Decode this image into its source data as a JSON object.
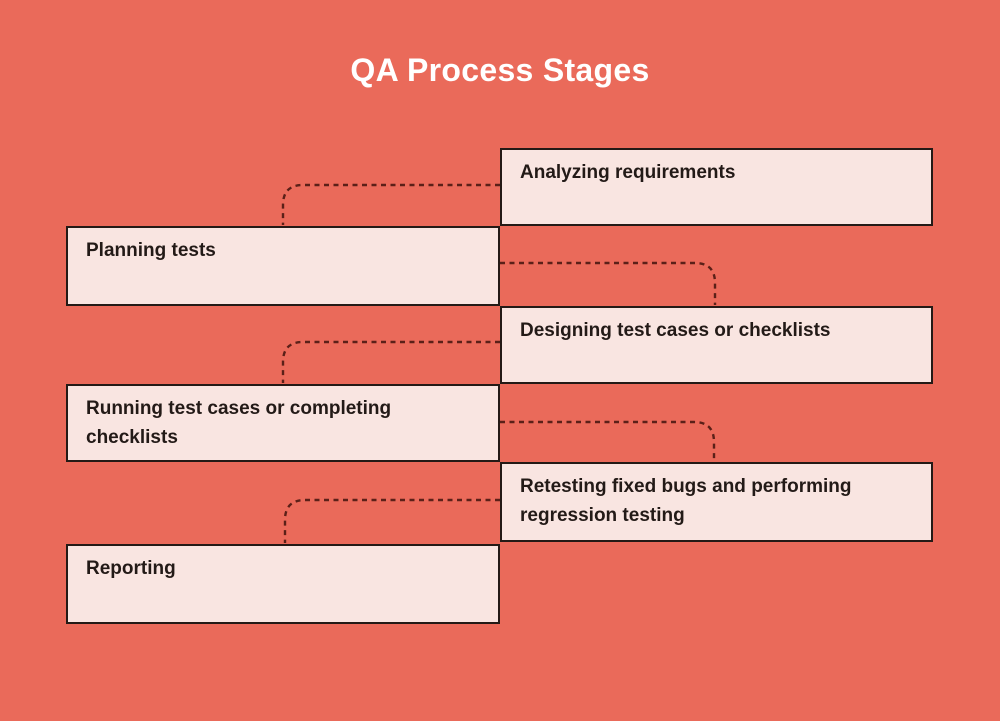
{
  "title": "QA Process Stages",
  "colors": {
    "background": "#EA6A5A",
    "box_fill": "#F9E5E1",
    "box_border": "#241A16",
    "box_text": "#231A17",
    "title_text": "#FFFFFF",
    "connector": "#5B2018"
  },
  "stages": [
    {
      "label": "Analyzing requirements",
      "side": "right"
    },
    {
      "label": "Planning tests",
      "side": "left"
    },
    {
      "label": "Designing test cases or checklists",
      "side": "right"
    },
    {
      "label": "Running test cases or completing checklists",
      "side": "left"
    },
    {
      "label": "Retesting fixed bugs and performing regression testing",
      "side": "right"
    },
    {
      "label": "Reporting",
      "side": "left"
    }
  ]
}
